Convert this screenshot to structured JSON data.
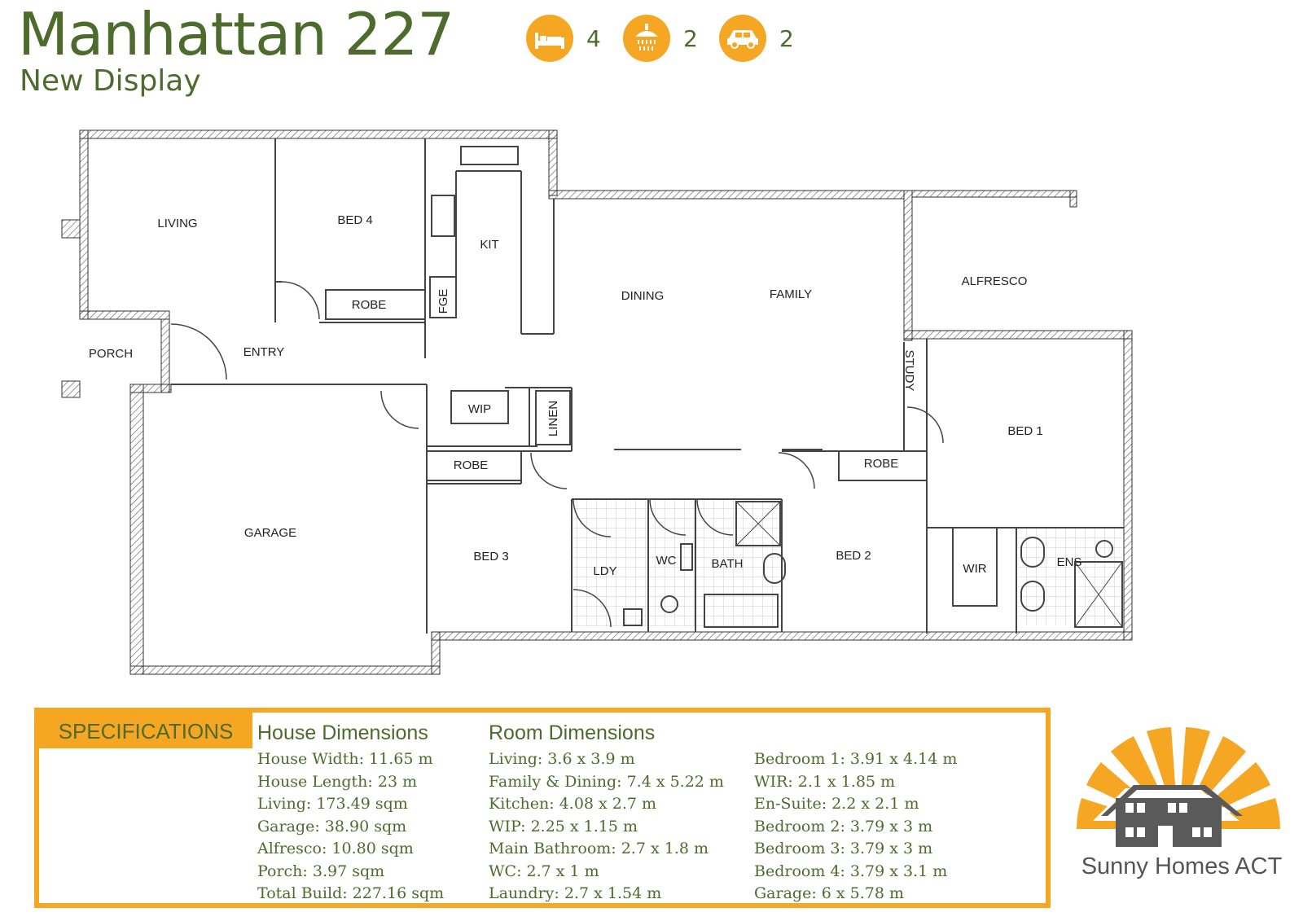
{
  "header": {
    "title": "Manhattan 227",
    "subtitle": "New Display",
    "features": [
      {
        "icon": "bed-icon",
        "count": "4"
      },
      {
        "icon": "shower-icon",
        "count": "2"
      },
      {
        "icon": "car-icon",
        "count": "2"
      }
    ]
  },
  "colors": {
    "accent": "#f5a623",
    "text_green": "#4e6b2e",
    "wall": "#444444"
  },
  "floorplan": {
    "rooms": {
      "living": "LIVING",
      "bed4": "BED 4",
      "robe_bed4": "ROBE",
      "fge": "FGE",
      "kit": "KIT",
      "dining": "DINING",
      "family": "FAMILY",
      "alfresco": "ALFRESCO",
      "porch": "PORCH",
      "entry": "ENTRY",
      "study": "STUDY",
      "wip": "WIP",
      "linen": "LINEN",
      "bed1": "BED 1",
      "robe_bed3": "ROBE",
      "robe_bed2": "ROBE",
      "garage": "GARAGE",
      "bed3": "BED 3",
      "ldy": "LDY",
      "wc": "WC",
      "bath": "BATH",
      "bed2": "BED 2",
      "wir": "WIR",
      "ens": "ENS"
    }
  },
  "specifications": {
    "tab_label": "SPECIFICATIONS",
    "house": {
      "heading": "House Dimensions",
      "lines": [
        "House Width: 11.65 m",
        "House Length: 23 m",
        "Living: 173.49 sqm",
        "Garage: 38.90 sqm",
        "Alfresco: 10.80 sqm",
        "Porch: 3.97 sqm",
        "Total Build: 227.16 sqm"
      ]
    },
    "rooms": {
      "heading": "Room Dimensions",
      "lines_a": [
        "Living: 3.6 x 3.9 m",
        "Family & Dining: 7.4 x 5.22 m",
        "Kitchen: 4.08 x 2.7 m",
        "WIP: 2.25 x 1.15 m",
        "Main Bathroom: 2.7 x 1.8 m",
        "WC: 2.7 x 1 m",
        "Laundry: 2.7 x 1.54 m"
      ],
      "lines_b": [
        "Bedroom 1: 3.91 x 4.14 m",
        "WIR: 2.1 x 1.85 m",
        "En-Suite: 2.2 x 2.1 m",
        "Bedroom 2: 3.79 x 3 m",
        "Bedroom 3: 3.79 x 3 m",
        "Bedroom 4: 3.79 x 3.1 m",
        "Garage: 6 x 5.78 m"
      ]
    }
  },
  "logo": {
    "text": "Sunny Homes ACT",
    "icon": "sun-house-logo"
  }
}
